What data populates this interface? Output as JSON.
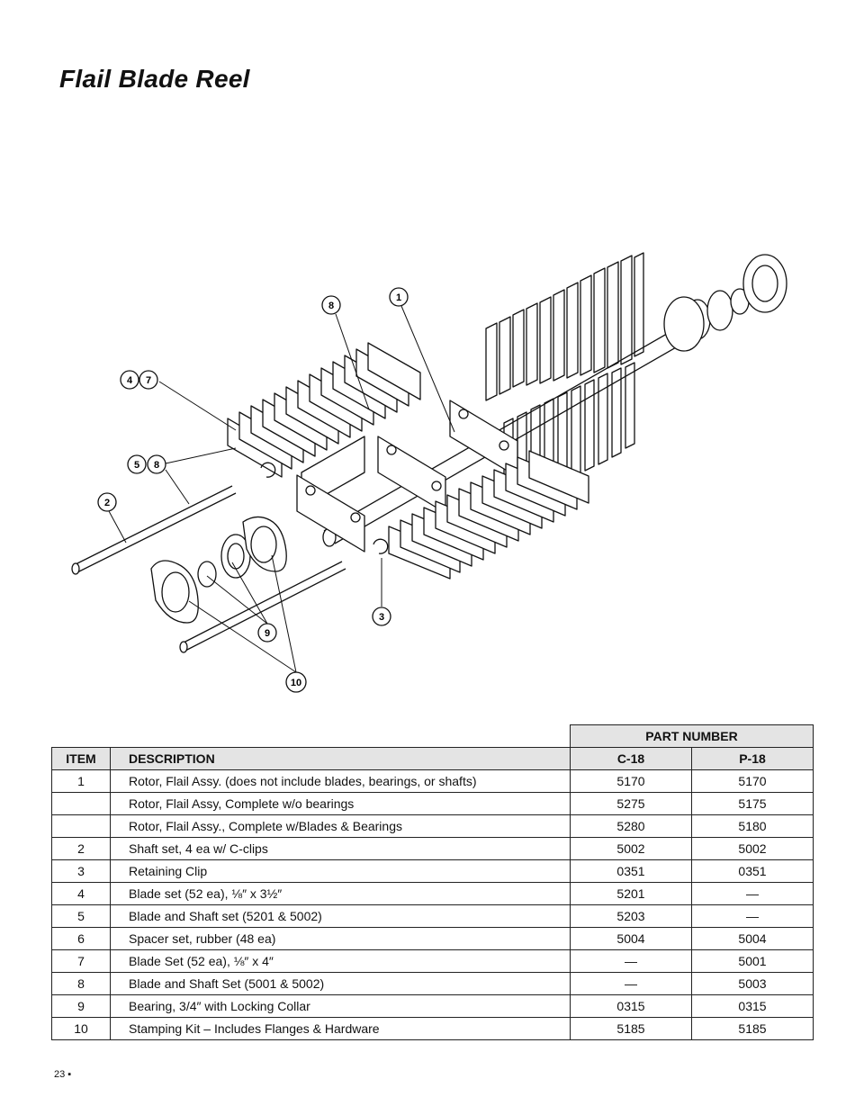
{
  "page": {
    "title": "Flail Blade Reel",
    "page_number": "23 ▪"
  },
  "diagram": {
    "callouts": [
      "8",
      "1",
      "4",
      "7",
      "5",
      "8",
      "2",
      "3",
      "9",
      "10"
    ]
  },
  "table": {
    "group_header": "PART NUMBER",
    "headers": {
      "item": "ITEM",
      "description": "DESCRIPTION",
      "c18": "C-18",
      "p18": "P-18"
    },
    "rows": [
      {
        "item": "1",
        "description": "Rotor, Flail Assy. (does not include blades, bearings, or shafts)",
        "c18": "5170",
        "p18": "5170"
      },
      {
        "item": "",
        "description": "Rotor, Flail Assy, Complete w/o bearings",
        "c18": "5275",
        "p18": "5175"
      },
      {
        "item": "",
        "description": "Rotor, Flail Assy., Complete w/Blades & Bearings",
        "c18": "5280",
        "p18": "5180"
      },
      {
        "item": "2",
        "description": "Shaft set, 4 ea w/ C-clips",
        "c18": "5002",
        "p18": "5002"
      },
      {
        "item": "3",
        "description": "Retaining Clip",
        "c18": "0351",
        "p18": "0351"
      },
      {
        "item": "4",
        "description": "Blade set (52 ea), ⅛″ x 3½″",
        "c18": "5201",
        "p18": "—"
      },
      {
        "item": "5",
        "description": "Blade and Shaft set (5201 & 5002)",
        "c18": "5203",
        "p18": "—"
      },
      {
        "item": "6",
        "description": "Spacer set, rubber (48 ea)",
        "c18": "5004",
        "p18": "5004"
      },
      {
        "item": "7",
        "description": "Blade Set (52 ea), ⅛″ x 4″",
        "c18": "—",
        "p18": "5001"
      },
      {
        "item": "8",
        "description": "Blade and Shaft Set (5001 & 5002)",
        "c18": "—",
        "p18": "5003"
      },
      {
        "item": "9",
        "description": "Bearing, 3/4″ with Locking Collar",
        "c18": "0315",
        "p18": "0315"
      },
      {
        "item": "10",
        "description": "Stamping Kit –  Includes Flanges & Hardware",
        "c18": "5185",
        "p18": "5185"
      }
    ]
  }
}
